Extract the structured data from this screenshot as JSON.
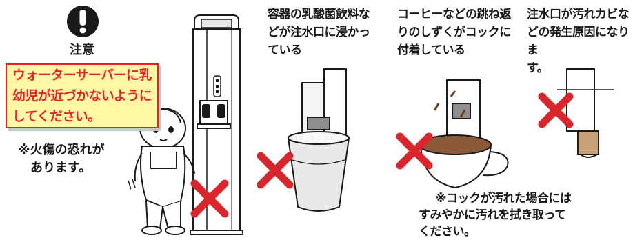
{
  "caution": {
    "symbol": "!",
    "label": "注意"
  },
  "warning_box": {
    "lines": [
      "ウォーターサーバーに乳",
      "幼児が近づかないように",
      "してください。"
    ],
    "text_color": "#e3262c",
    "background": "#fff7a6",
    "border": "#d9262c"
  },
  "burn_note": {
    "lines": [
      "※火傷の恐れが",
      "あります。"
    ]
  },
  "captions": [
    {
      "lines": [
        "容器の乳酸菌飲料な",
        "どが注水口に浸かっ",
        "ている"
      ]
    },
    {
      "lines": [
        "コーヒーなどの跳ね返",
        "りのしずくがコックに",
        "付着している"
      ]
    },
    {
      "lines": [
        "注水口が汚れカビな",
        "どの発生原因になりま",
        "す。"
      ]
    }
  ],
  "bottom_note": {
    "lines": [
      "※コックが汚れた場合には",
      "すみやかに汚れを拭き取って",
      "ください。"
    ]
  },
  "icons": [
    "caution-icon",
    "x-mark-icon"
  ],
  "colors": {
    "x_mark": "#d9262c",
    "outline": "#1a1a1a",
    "grey_fill": "#8f8f8f"
  }
}
